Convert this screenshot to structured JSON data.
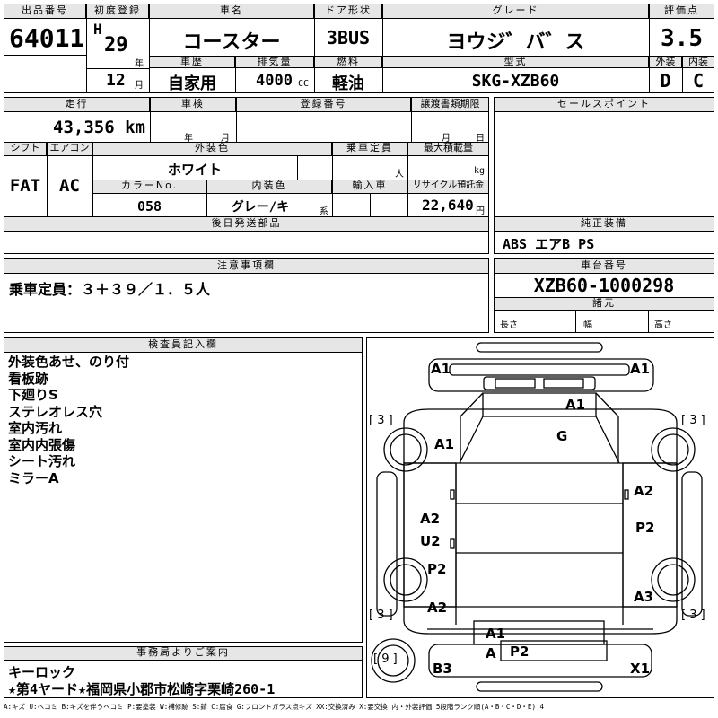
{
  "top": {
    "lot_header": "出品番号",
    "lot": "64011",
    "reg_header": "初度登録",
    "era": "H",
    "year": "29",
    "year_unit": "年",
    "month": "12",
    "month_unit": "月",
    "name_header": "車名",
    "name": "コースター",
    "door_header": "ドア形状",
    "door": "3BUS",
    "grade_header": "グレード",
    "grade": "ヨウジ゛バ゛ス",
    "score_header": "評価点",
    "score": "3.5",
    "history_header": "車歴",
    "history": "自家用",
    "cc_header": "排気量",
    "cc": "4000",
    "cc_unit": "CC",
    "fuel_header": "燃料",
    "fuel": "軽油",
    "model_header": "型式",
    "model": "SKG-XZB60",
    "ext_header": "外装",
    "ext": "D",
    "int_header": "内装",
    "int": "C"
  },
  "mid": {
    "mileage_header": "走行",
    "mileage": "43,356 km",
    "inspection_header": "車検",
    "insp_year_unit": "年",
    "insp_month_unit": "月",
    "plate_header": "登録番号",
    "transfer_header": "譲渡書類期限",
    "transfer_month_unit": "月",
    "transfer_day_unit": "日",
    "shift_header": "シフト",
    "shift": "FAT",
    "ac_header": "エアコン",
    "ac": "AC",
    "color_header": "外装色",
    "color": "ホワイト",
    "capacity_header": "乗車定員",
    "capacity_unit": "人",
    "load_header": "最大積載量",
    "load_unit": "kg",
    "colorno_header": "カラーNo.",
    "colorno": "058",
    "intcolor_header": "内装色",
    "intcolor": "グレー/キ",
    "intcolor_suffix": "系",
    "import_header": "輸入車",
    "recycle_header": "リサイクル預託金",
    "recycle": "22,640",
    "recycle_unit": "円",
    "later_header": "後日発送部品"
  },
  "sales": {
    "header": "セールスポイント"
  },
  "genuine": {
    "header": "純正装備",
    "value": "ABS エアB PS"
  },
  "notes": {
    "header": "注意事項欄",
    "text": "乗車定員：３＋３９／１．５人"
  },
  "chassis": {
    "header": "車台番号",
    "value": "XZB60-1000298",
    "specs_header": "諸元",
    "length": "長さ",
    "width": "幅",
    "height": "高さ"
  },
  "inspector": {
    "header": "検査員記入欄",
    "lines": [
      "外装色あせ、のり付",
      "看板跡",
      "下廻りS",
      "ステレオレス穴",
      "室内汚れ",
      "室内内張傷",
      "シート汚れ",
      "ミラーA"
    ]
  },
  "office": {
    "header": "事務局よりご案内",
    "lines": [
      "キーロック",
      "★第4ヤード★福岡県小郡市松崎字栗崎260-1"
    ]
  },
  "diagram": {
    "marks": [
      "A1",
      "A1",
      "A1",
      "G",
      "A1",
      "A2",
      "A2",
      "U2",
      "P2",
      "P2",
      "A2",
      "A3",
      "A1",
      "A",
      "P2",
      "B3",
      "X1"
    ],
    "tires": [
      "[ 3 ]",
      "[ 3 ]",
      "[ 3 ]",
      "[ 3 ]",
      "[ 9 ]"
    ]
  },
  "legend": "A:キズ U:ヘコミ B:キズを伴うヘコミ P:要塗装 W:補修跡 S:錆 C:腐食 G:フロントガラス点キズ XX:交換済み X:要交換 内・外装評価 5段階ランク順(A・B・C・D・E) 4"
}
